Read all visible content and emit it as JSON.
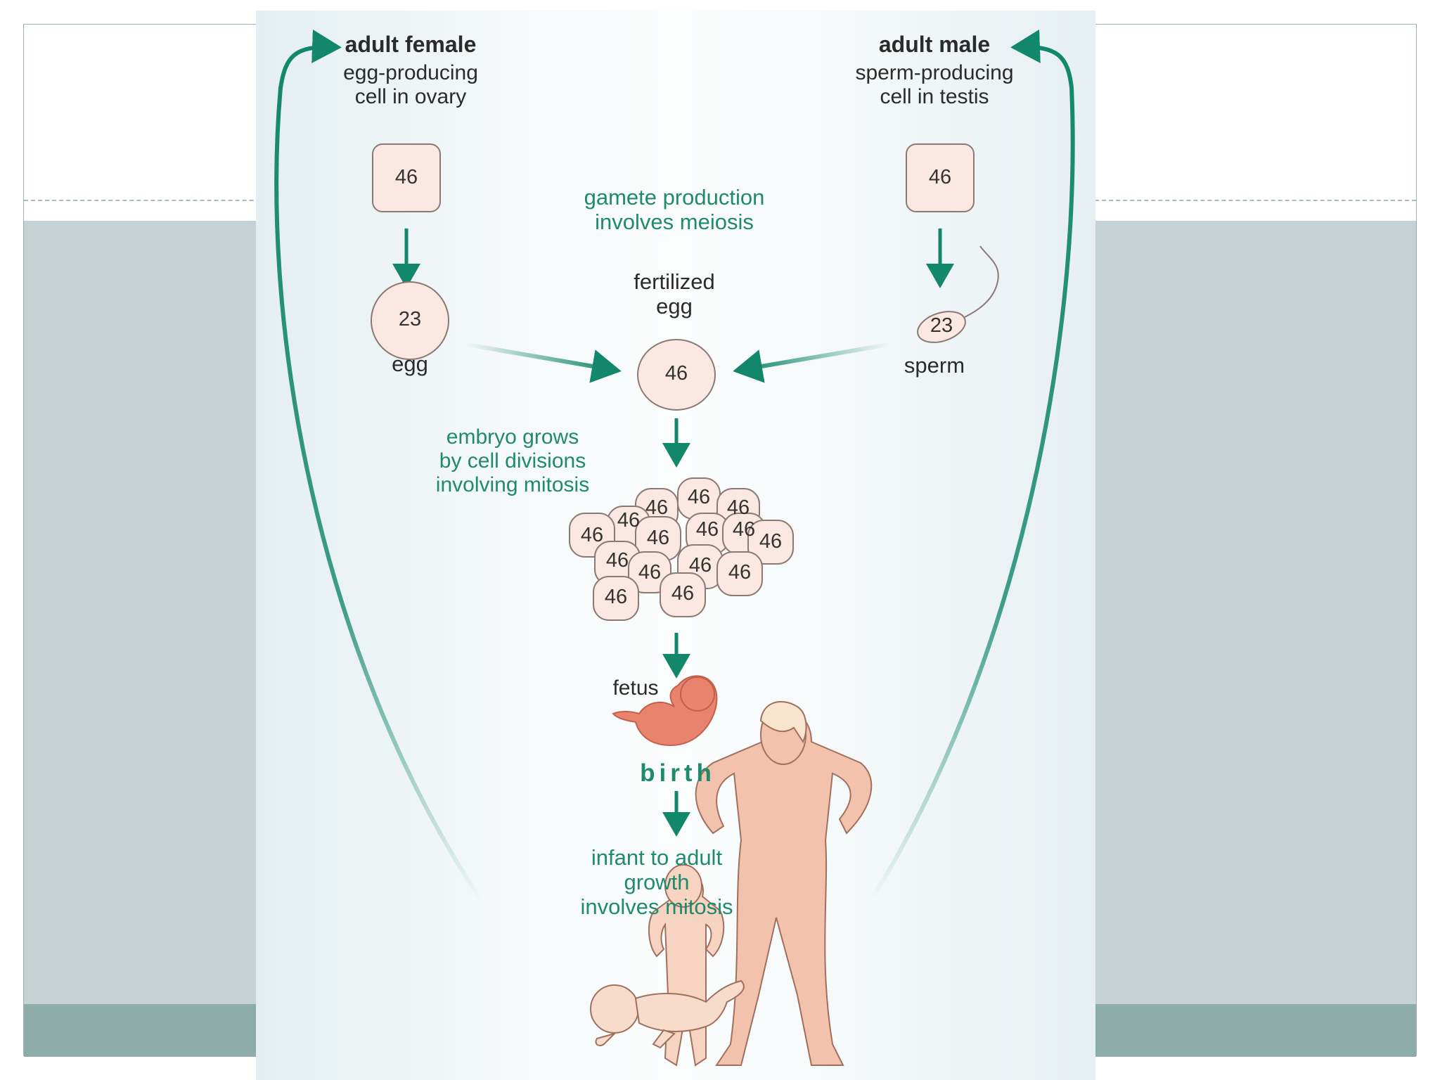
{
  "female": {
    "title": "adult female",
    "subtitle": "egg-producing\ncell in ovary",
    "cell_count": "46",
    "egg_count": "23",
    "egg_label": "egg"
  },
  "male": {
    "title": "adult male",
    "subtitle": "sperm-producing\ncell in testis",
    "cell_count": "46",
    "sperm_count": "23",
    "sperm_label": "sperm"
  },
  "gamete_note": "gamete production\ninvolves meiosis",
  "zygote": {
    "label": "fertilized\negg",
    "count": "46"
  },
  "embryo_note": "embryo grows\nby cell divisions\ninvolving mitosis",
  "cluster_count": "46",
  "fetus_label": "fetus",
  "birth_label": "birth",
  "growth_note": "infant to adult\ngrowth\ninvolves mitosis",
  "colors": {
    "arrow": "#12876a",
    "cell_fill": "#fbe8e2",
    "cell_stroke": "#8a7a75",
    "skin": "#f1b7a1",
    "fetus": "#e8836e"
  }
}
